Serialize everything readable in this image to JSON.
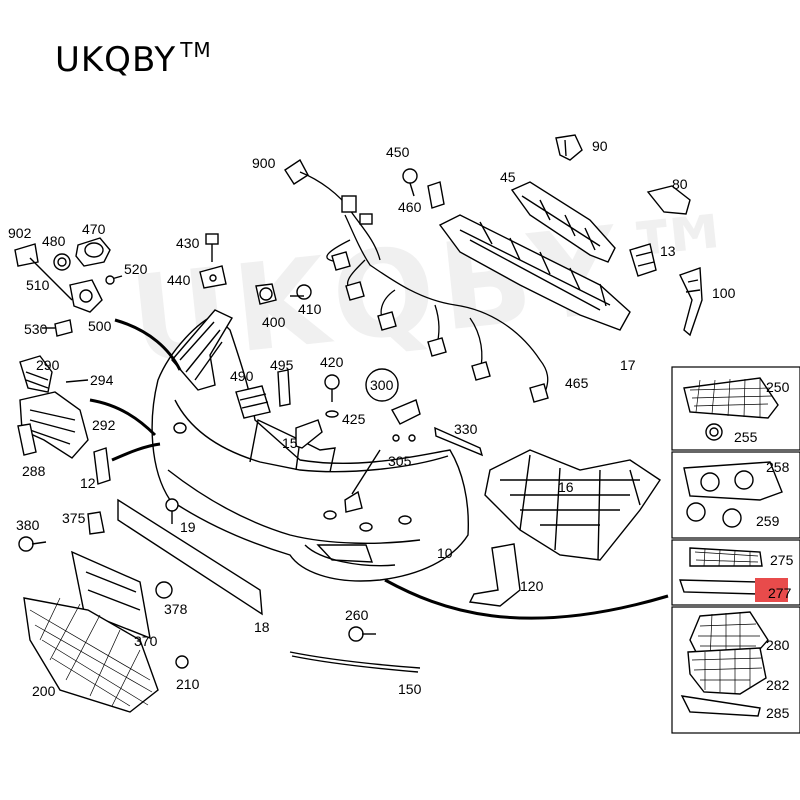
{
  "brand": {
    "name": "UKQBY",
    "mark": "TM"
  },
  "colors": {
    "ink": "#000000",
    "background": "#ffffff",
    "highlight": "#e84b4b"
  },
  "callouts": {
    "c902": "902",
    "c480": "480",
    "c470": "470",
    "c510": "510",
    "c520": "520",
    "c530": "530",
    "c500": "500",
    "c430": "430",
    "c440": "440",
    "c400": "400",
    "c410": "410",
    "c900": "900",
    "c450": "450",
    "c460": "460",
    "c45": "45",
    "c90": "90",
    "c80": "80",
    "c13": "13",
    "c100": "100",
    "c17": "17",
    "c465": "465",
    "c290": "290",
    "c294": "294",
    "c292": "292",
    "c288": "288",
    "c12": "12",
    "c490": "490",
    "c495": "495",
    "c420": "420",
    "c425": "425",
    "c300": "300",
    "c305": "305",
    "c330": "330",
    "c15": "15",
    "c16": "16",
    "c380": "380",
    "c375": "375",
    "c19": "19",
    "c370": "370",
    "c378": "378",
    "c18": "18",
    "c10": "10",
    "c120": "120",
    "c260": "260",
    "c200": "200",
    "c210": "210",
    "c150": "150",
    "c250": "250",
    "c255": "255",
    "c258": "258",
    "c259": "259",
    "c275": "275",
    "c277": "277",
    "c280": "280",
    "c282": "282",
    "c285": "285"
  }
}
